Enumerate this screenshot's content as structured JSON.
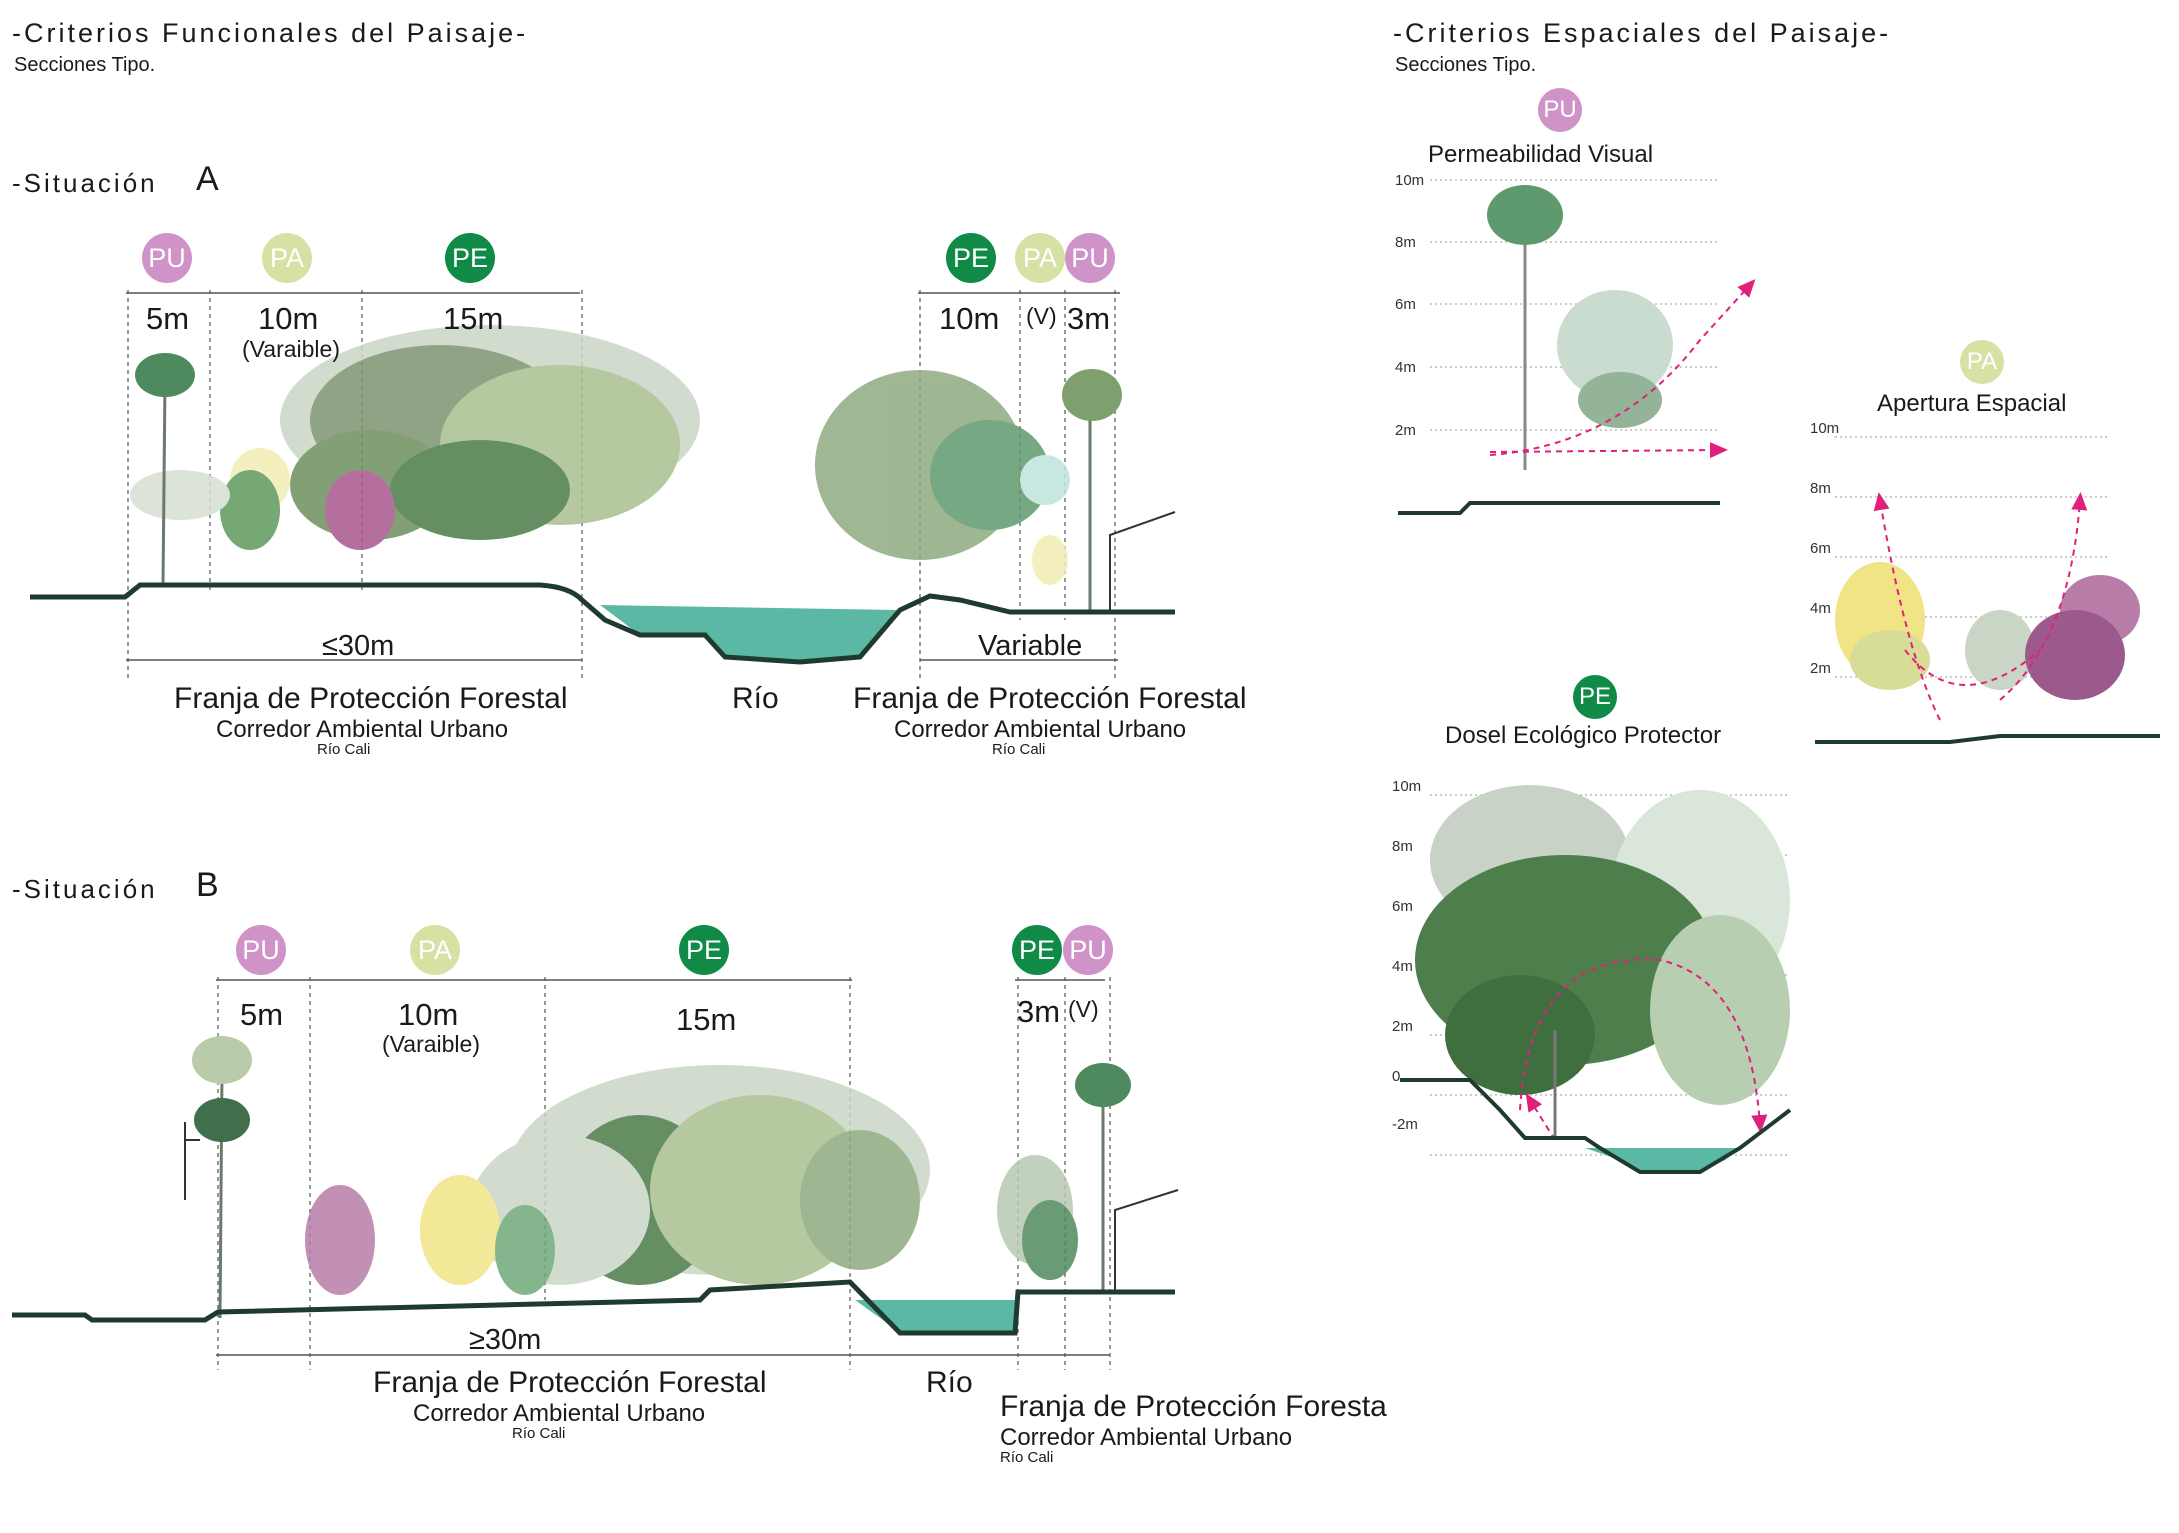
{
  "left_header": {
    "title": "-Criterios Funcionales del Paisaje-",
    "subtitle": "Secciones Tipo."
  },
  "right_header": {
    "title": "-Criterios Espaciales del Paisaje-",
    "subtitle": "Secciones Tipo."
  },
  "zones": {
    "pu": "PU",
    "pa": "PA",
    "pe": "PE"
  },
  "colors": {
    "pu": "#cf93c7",
    "pa": "#d6e2a4",
    "pe": "#0f8a47",
    "river": "#5bb8a4",
    "ground": "#1f3a2e",
    "arrow": "#e0207a"
  },
  "situation_a": {
    "label": "-Situación",
    "letter": "A",
    "widths": [
      "5m",
      "10m",
      "(Varaible)",
      "15m",
      "10m",
      "(V)",
      "3m"
    ],
    "total_left": "≤30m",
    "total_right": "Variable",
    "strip_title": "Franja de Protección Forestal",
    "strip_sub": "Corredor Ambiental Urbano",
    "strip_place": "Río Cali",
    "river": "Río"
  },
  "situation_b": {
    "label": "-Situación",
    "letter": "B",
    "widths": [
      "5m",
      "10m",
      "(Varaible)",
      "15m",
      "3m",
      "(V)"
    ],
    "total_left": "≥30m",
    "strip_title": "Franja de Protección Forestal",
    "strip_sub": "Corredor Ambiental Urbano",
    "strip_place": "Río Cali",
    "strip_title_cut": "Franja de Protección Foresta",
    "river": "Río"
  },
  "spatial": {
    "pu_title": "Permeabilidad Visual",
    "pa_title": "Apertura Espacial",
    "pe_title": "Dosel Ecológico Protector",
    "ticks_pu": [
      "10m",
      "8m",
      "6m",
      "4m",
      "2m"
    ],
    "ticks_pa": [
      "10m",
      "8m",
      "6m",
      "4m",
      "2m"
    ],
    "ticks_pe": [
      "10m",
      "8m",
      "6m",
      "4m",
      "2m",
      "0",
      "-2m"
    ]
  }
}
